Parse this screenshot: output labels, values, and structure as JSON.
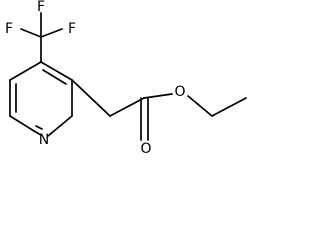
{
  "structure": {
    "atoms": {
      "fluorine_top": "F",
      "fluorine_left": "F",
      "fluorine_right": "F",
      "ester_oxygen": "O",
      "carbonyl_oxygen": "O",
      "ring_nitrogen": "N"
    }
  }
}
